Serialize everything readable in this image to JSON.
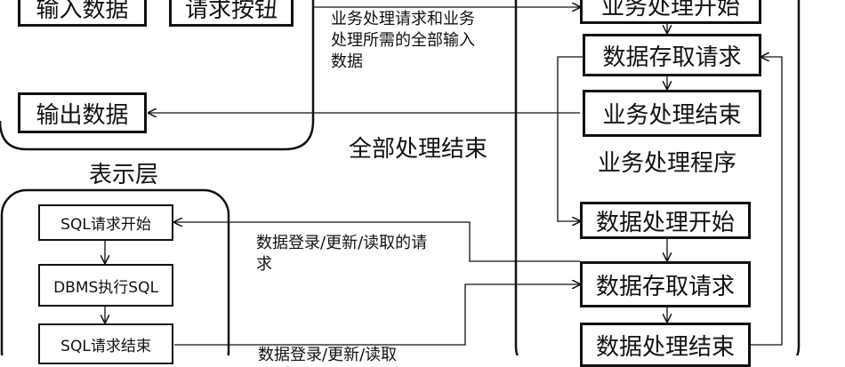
{
  "presentation_layer": {
    "input_data": "输入数据",
    "request_button": "请求按钮",
    "output_data": "输出数据",
    "title": "表示层"
  },
  "business_layer": {
    "start": "业务处理开始",
    "data_access_request": "数据存取请求",
    "end": "业务处理结束",
    "program_label": "业务处理程序"
  },
  "data_layer": {
    "start": "数据处理开始",
    "data_access_request": "数据存取请求",
    "end": "数据处理结束"
  },
  "dbms": {
    "sql_start": "SQL请求开始",
    "execute": "DBMS执行SQL",
    "sql_end": "SQL请求结束"
  },
  "labels": {
    "business_request": "业务处理请求和业务处理所需的全部输入数据",
    "all_done": "全部处理结束",
    "data_request": "数据登录/更新/读取的请求",
    "data_result": "数据登录/更新/读取"
  },
  "colors": {
    "stroke": "#111111",
    "background": "#ffffff"
  }
}
